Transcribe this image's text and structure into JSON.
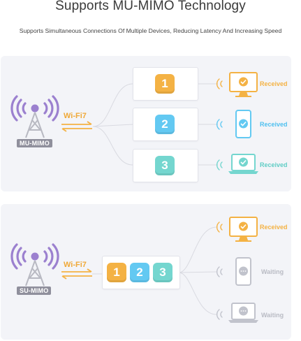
{
  "title": "Supports MU-MIMO Technology",
  "subtitle": "Supports Simultaneous Connections Of Multiple Devices, Reducing Latency And Increasing Speed",
  "colors": {
    "orange": "#f4b244",
    "blue": "#63c9f2",
    "teal": "#74d6cf",
    "purple": "#9b80cf",
    "grey": "#c1c3cc",
    "panel": "#f3f4f8"
  },
  "mu_panel": {
    "wifi_label": "Wi-Fi7",
    "tag": "MU-MIMO",
    "streams": [
      {
        "number": "1",
        "device": "monitor",
        "status": "Received"
      },
      {
        "number": "2",
        "device": "phone",
        "status": "Received"
      },
      {
        "number": "3",
        "device": "laptop",
        "status": "Received"
      }
    ]
  },
  "su_panel": {
    "wifi_label": "Wi-Fi7",
    "tag": "SU-MIMO",
    "queue": [
      "1",
      "2",
      "3"
    ],
    "devices": [
      {
        "device": "monitor",
        "status": "Received"
      },
      {
        "device": "phone",
        "status": "Waiting"
      },
      {
        "device": "laptop",
        "status": "Waiting"
      }
    ]
  }
}
